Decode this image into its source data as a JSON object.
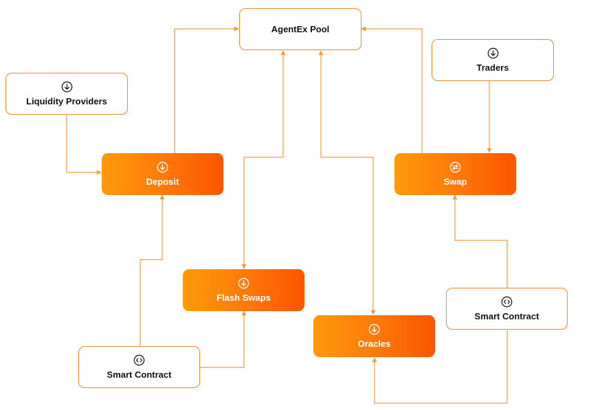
{
  "diagram": {
    "colors": {
      "connector": "#f29a3c",
      "accent_start": "#ff9a0a",
      "accent_end": "#fb5500",
      "node_border": "#f08a2a"
    },
    "nodes": {
      "agentex_pool": {
        "label": "AgentEx Pool"
      },
      "traders": {
        "label": "Traders",
        "icon": "arrow-down-circle-icon"
      },
      "liquidity_providers": {
        "label": "Liquidity Providers",
        "icon": "arrow-down-circle-icon"
      },
      "deposit": {
        "label": "Deposit",
        "icon": "arrow-down-circle-icon"
      },
      "swap": {
        "label": "Swap",
        "icon": "swap-arrows-circle-icon"
      },
      "flash_swaps": {
        "label": "Flash Swaps",
        "icon": "arrow-down-circle-icon"
      },
      "oracles": {
        "label": "Oracles",
        "icon": "arrow-down-circle-icon"
      },
      "smart_contract_left": {
        "label": "Smart Contract",
        "icon": "code-circle-icon"
      },
      "smart_contract_right": {
        "label": "Smart Contract",
        "icon": "code-circle-icon"
      }
    },
    "edges": [
      {
        "from": "Liquidity Providers",
        "to": "Deposit"
      },
      {
        "from": "Deposit",
        "to": "AgentEx Pool"
      },
      {
        "from": "Traders",
        "to": "Swap"
      },
      {
        "from": "Swap",
        "to": "AgentEx Pool"
      },
      {
        "from": "AgentEx Pool",
        "to": "Flash Swaps"
      },
      {
        "from": "AgentEx Pool",
        "to": "Oracles"
      },
      {
        "from": "Smart Contract",
        "to": "Deposit"
      },
      {
        "from": "Smart Contract",
        "to": "Flash Swaps"
      },
      {
        "from": "Smart Contract",
        "to": "Swap"
      },
      {
        "from": "Smart Contract",
        "to": "Oracles"
      }
    ]
  }
}
